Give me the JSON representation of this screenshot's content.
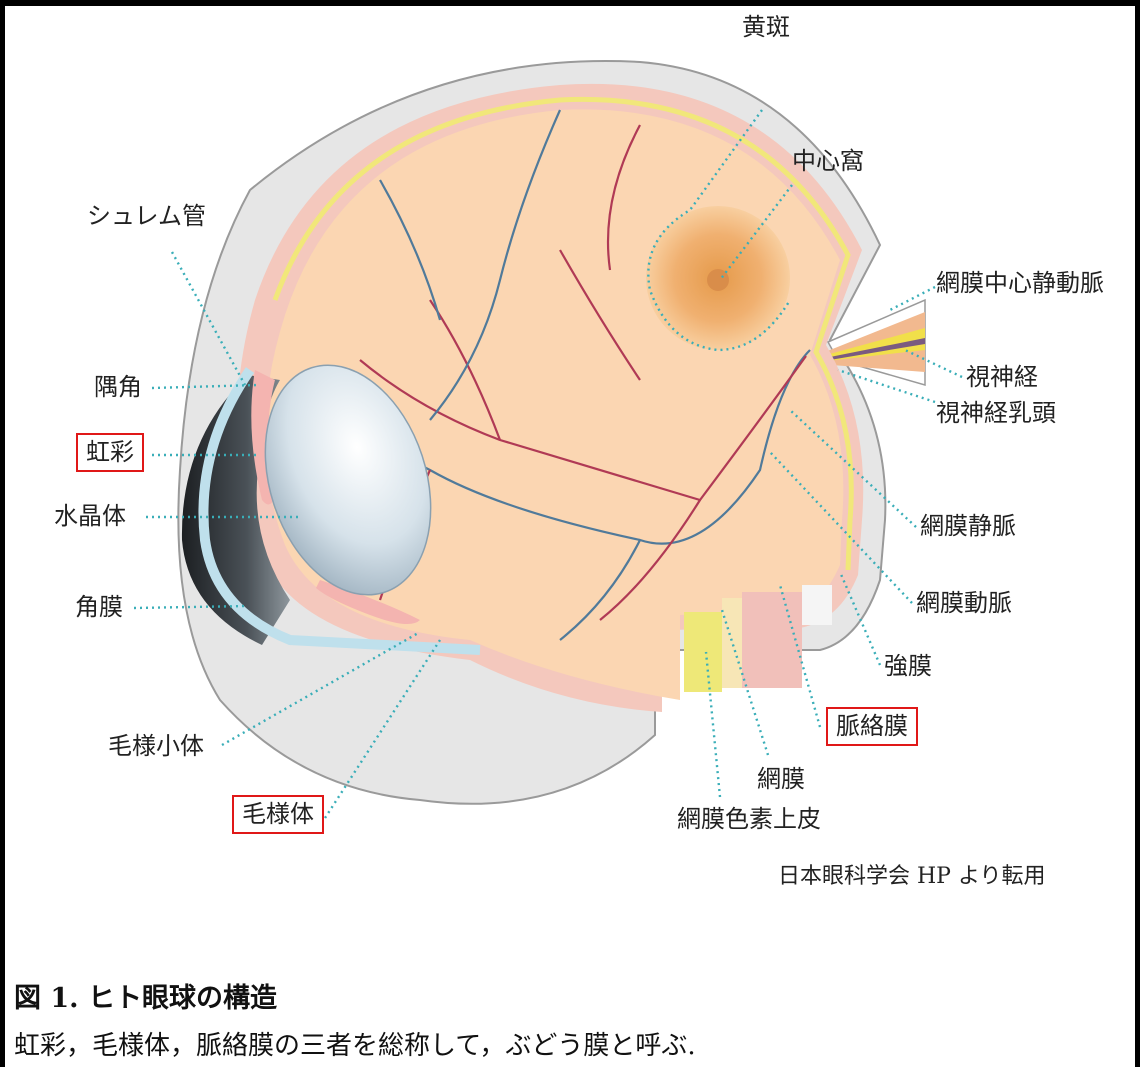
{
  "figure": {
    "labels": {
      "macula": "黄斑",
      "fovea": "中心窩",
      "schlemm_canal": "シュレム管",
      "central_retinal_vessels": "網膜中心静動脈",
      "optic_nerve": "視神経",
      "optic_disc": "視神経乳頭",
      "angle": "隅角",
      "iris": "虹彩",
      "lens": "水晶体",
      "retinal_vein": "網膜静脈",
      "cornea": "角膜",
      "retinal_artery": "網膜動脈",
      "sclera": "強膜",
      "choroid": "脈絡膜",
      "zonule": "毛様小体",
      "retina": "網膜",
      "ciliary_body": "毛様体",
      "rpe": "網膜色素上皮"
    },
    "highlighted": [
      "虹彩",
      "毛様体",
      "脈絡膜"
    ],
    "highlight_color": "#e01818",
    "leader_color": "#3aaeb8",
    "credit": "日本眼科学会 HP より転用"
  },
  "caption": {
    "title": "図 1. ヒト眼球の構造",
    "text": "虹彩，毛様体，脈絡膜の三者を総称して，ぶどう膜と呼ぶ."
  }
}
